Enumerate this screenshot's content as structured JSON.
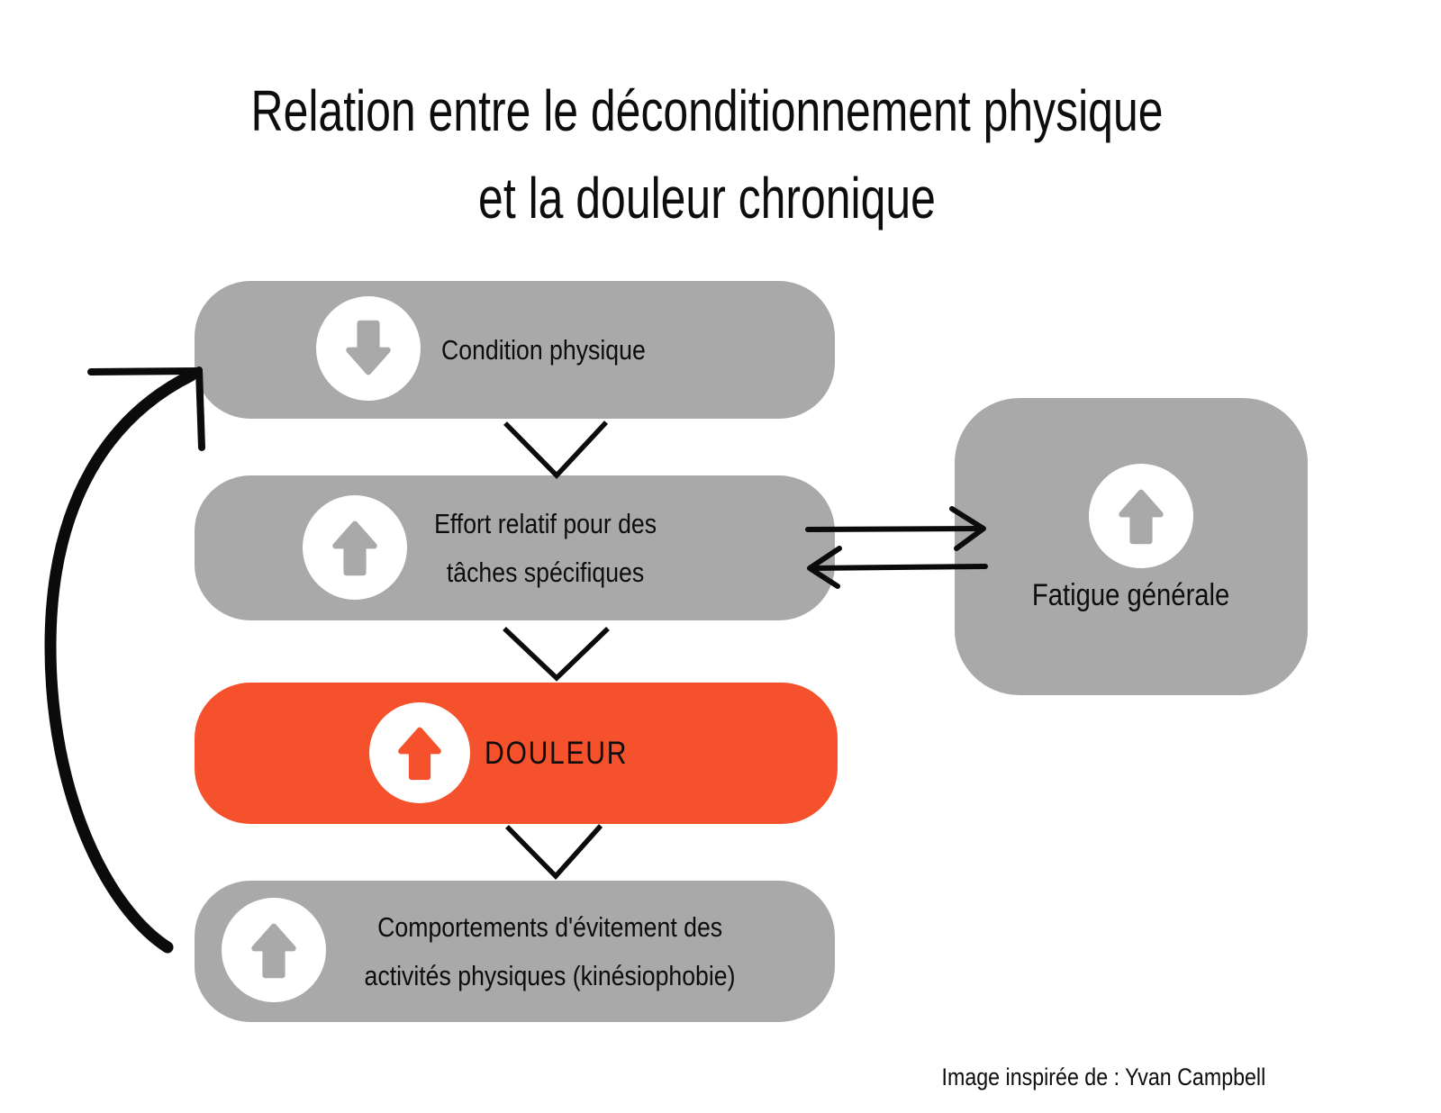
{
  "title": {
    "line1": "Relation entre le déconditionnement physique",
    "line2": "et la douleur chronique"
  },
  "boxes": {
    "condition": {
      "label": "Condition physique",
      "icon": "arrow-down-circle"
    },
    "effort": {
      "line1": "Effort relatif pour des",
      "line2": "tâches spécifiques",
      "icon": "arrow-up-circle"
    },
    "douleur": {
      "label": "DOULEUR",
      "icon": "arrow-up-circle"
    },
    "comportements": {
      "line1": "Comportements d'évitement des",
      "line2": "activités physiques (kinésiophobie)",
      "icon": "arrow-up-circle"
    },
    "fatigue": {
      "label": "Fatigue générale",
      "icon": "arrow-up-circle"
    }
  },
  "connectors": {
    "chevron_1": "down",
    "chevron_2": "down",
    "chevron_3": "down",
    "effort_to_fatigue": "right",
    "fatigue_to_effort": "left",
    "feedback_loop": "comportements-to-condition"
  },
  "attribution": {
    "text": "Image inspirée de : Yvan Campbell"
  },
  "colors": {
    "box_gray": "#A9A9A9",
    "box_orange": "#F4512C",
    "ink": "#0B0B0B",
    "text": "#0D0D0D",
    "bg": "#FFFFFF"
  }
}
